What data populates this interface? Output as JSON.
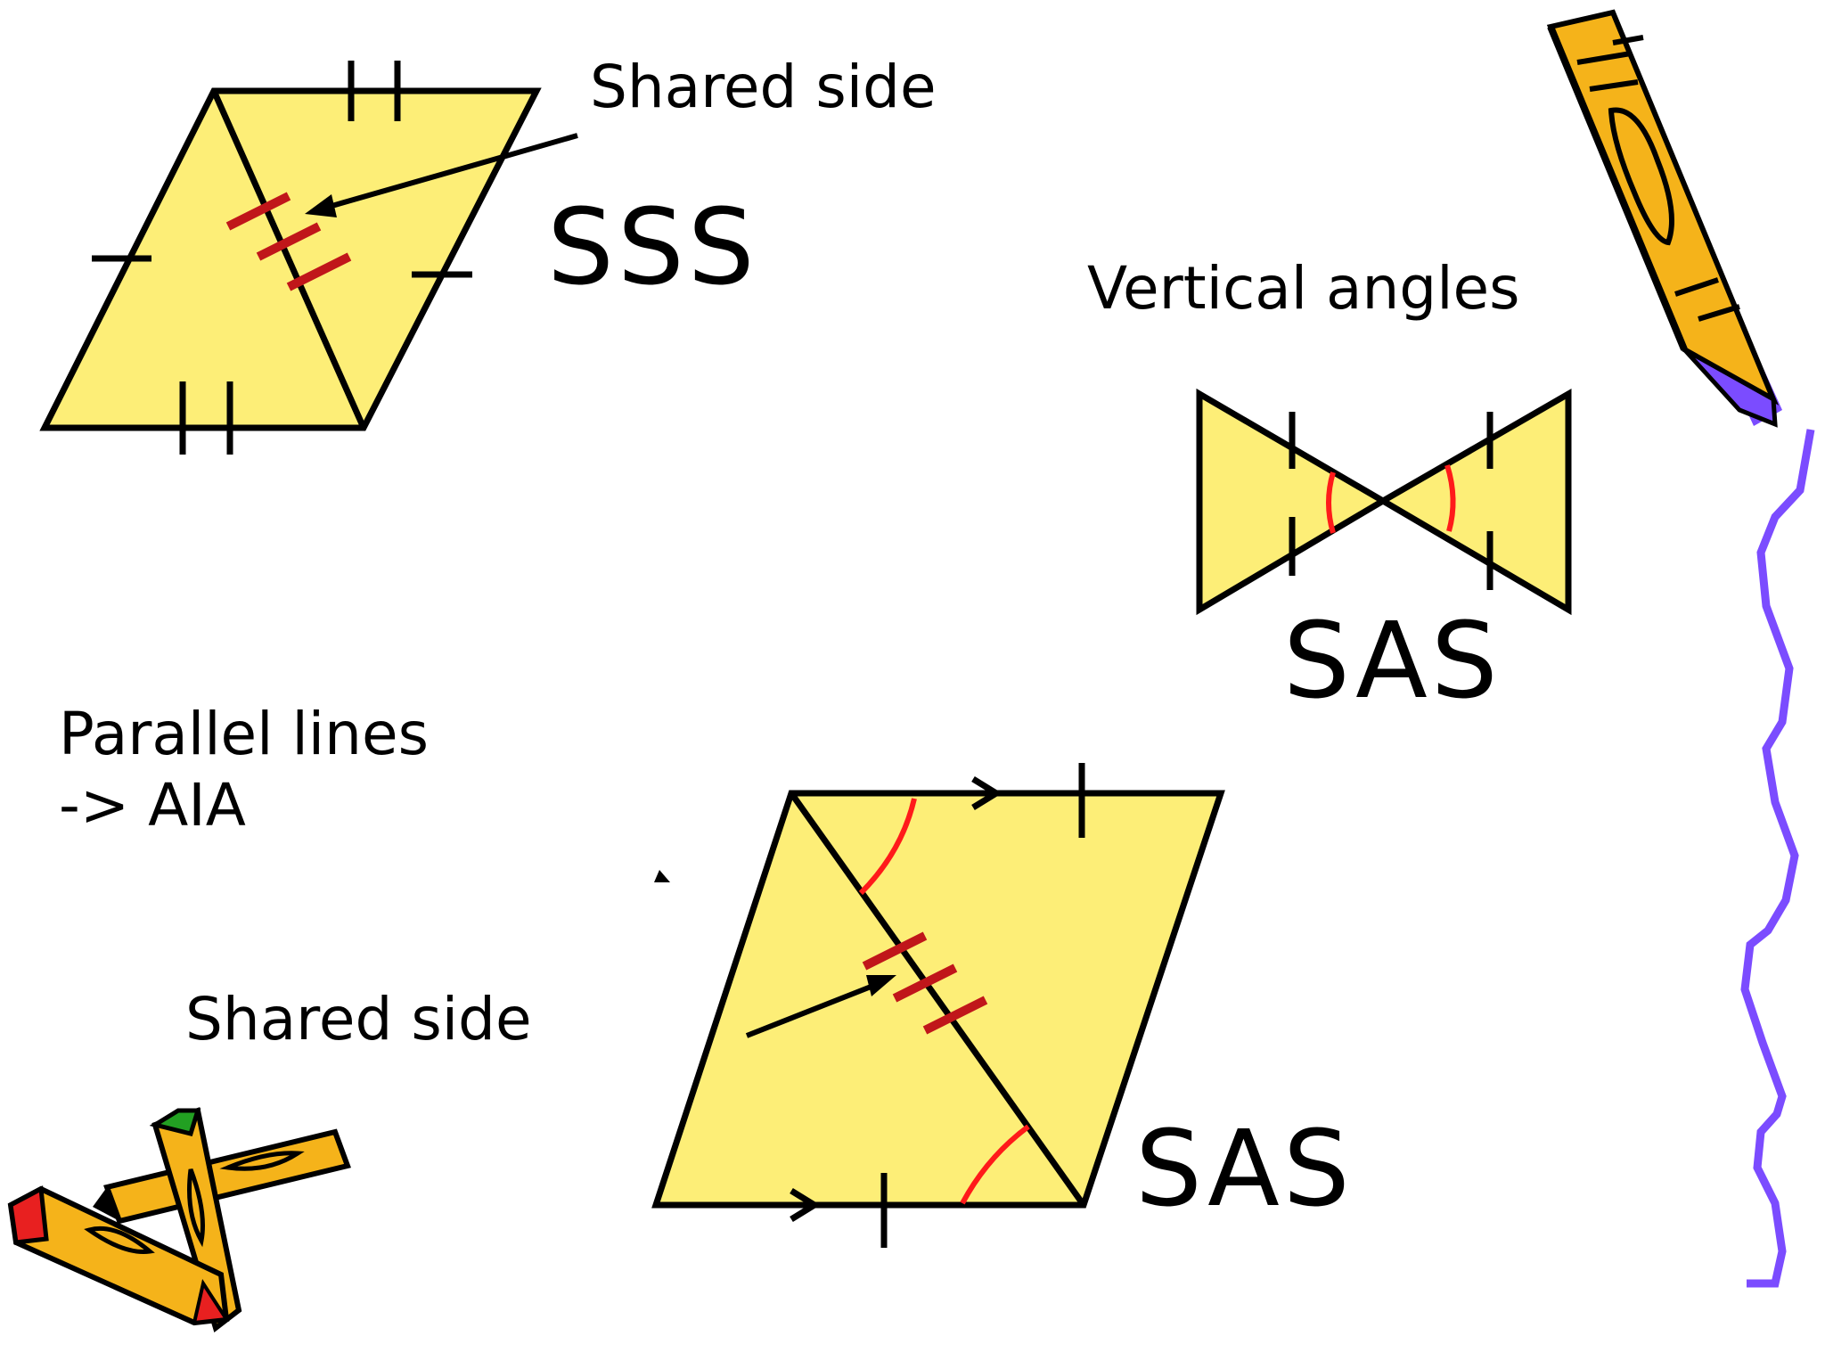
{
  "colors": {
    "shape_fill": "#fdee77",
    "outline": "#000000",
    "tick_mark": "#c0161a",
    "angle_arc": "#ff1a1a",
    "squiggle": "#7b4cff",
    "pencil_body": "#f5b31a",
    "pencil_eraser": "#e82020",
    "pencil_cap": "#22a022"
  },
  "labels": {
    "shared_side_top": "Shared side",
    "sss": "SSS",
    "vertical_angles": "Vertical angles",
    "sas_top": "SAS",
    "parallel_lines": "Parallel lines",
    "aia": "-> AIA",
    "shared_side_bottom": "Shared side",
    "sas_bottom": "SAS"
  },
  "icons": [
    "pencil-icon",
    "crossed-pencils-icon",
    "squiggle-decoration"
  ]
}
